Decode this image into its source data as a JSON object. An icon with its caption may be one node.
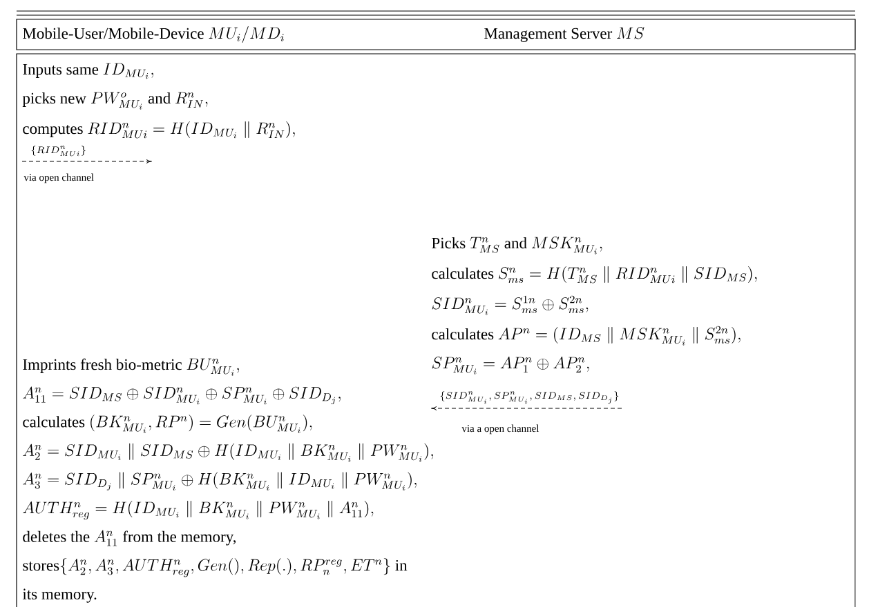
{
  "diagram": {
    "labels": [
      "\\text{Mobile-User/Mobile-Device }MU_i/MD_i",
      "\\text{Management Server }MS",
      "\\text{Inputs same }ID_{MU_i},",
      "\\text{picks new }PW^{o}_{MU_i}\\text{ and }R^{n}_{IN},",
      "\\text{computes }RID^{n}_{MUi} = H(ID_{MU_i}\\parallel R^{n}_{IN}),",
      "\\{RID^{n}_{MUi}\\}",
      "\\text{via open channel}",
      "\\text{Picks }T^{n}_{MS}\\text{ and }MSK^{n}_{MU_i},",
      "\\text{calculates }S^{n}_{ms} = H(T^{n}_{MS}\\parallel RID^{n}_{MUi}\\parallel SID_{MS}),",
      "SID^{n}_{MU_i} = S^{1n}_{ms}\\oplus S^{2n}_{ms},",
      "\\text{calculates }AP^{n} = (ID_{MS}\\parallel MSK^{n}_{MU_i}\\parallel S^{2n}_{ms}),",
      "SP^{n}_{MU_i} = AP^{n}_{1}\\oplus AP^{n}_{2},",
      "\\{SID^{n}_{MU_i}, SP^{n}_{MU_i}, SID_{MS}, SID_{D_j}\\}",
      "\\text{via a open channel}",
      "\\text{Imprints fresh bio-metric }BU^{n}_{MU_i},",
      "A^{n}_{11} = SID_{MS}\\oplus SID^{n}_{MU_i}\\oplus SP^{n}_{MU_i}\\oplus SID_{D_j},",
      "\\text{calculates }(BK^{n}_{MU_i}, RP^{n}) = Gen(BU^{n}_{MU_i}),",
      "A^{n}_{2} = SID_{MU_i}\\parallel SID_{MS}\\oplus H(ID_{MU_i}\\parallel BK^{n}_{MU_i}\\parallel PW^{n}_{MU_i}),",
      "A^{n}_{3} = SID_{D_j}\\parallel SP^{n}_{MU_i}\\oplus H(BK^{n}_{MU_i}\\parallel ID_{MU_i}\\parallel PW^{n}_{MU_i}),",
      "AUTH^{n}_{reg} = H(ID_{MU_i}\\parallel BK^{n}_{MU_i}\\parallel PW^{n}_{MU_i}\\parallel A^{n}_{11}),",
      "\\text{deletes the }A^{n}_{11}\\text{ from the memory,}",
      "\\text{stores}\\{A^{n}_{2}, A^{n}_{3}, AUTH^{n}_{reg}, Gen(), Rep(.), RP^{reg}_{n}, ET^{n}\\}\\text{ in}",
      "\\text{its memory.}"
    ]
  }
}
